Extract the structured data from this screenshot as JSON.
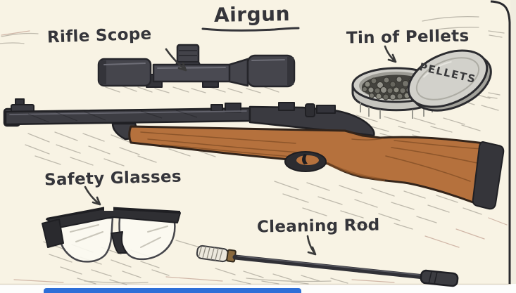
{
  "page": {
    "background_color": "#f8f3e4",
    "outside_strip_color": "#f1ede0",
    "bottom_strip_color": "#fdfdfc",
    "accent_blue": "#2e6fd8",
    "ink_color": "#35353a"
  },
  "illustration": {
    "title": "Airgun",
    "labels": {
      "rifle_scope": "Rifle Scope",
      "tin_of_pellets": "Tin of Pellets",
      "safety_glasses": "Safety Glasses",
      "cleaning_rod": "Cleaning Rod"
    },
    "tin_lid_text": "PELLETS",
    "colors": {
      "metal": "#45454c",
      "wood": "#b5713d",
      "tin": "#d2d1cb",
      "lens": "#fbf9f1"
    }
  }
}
